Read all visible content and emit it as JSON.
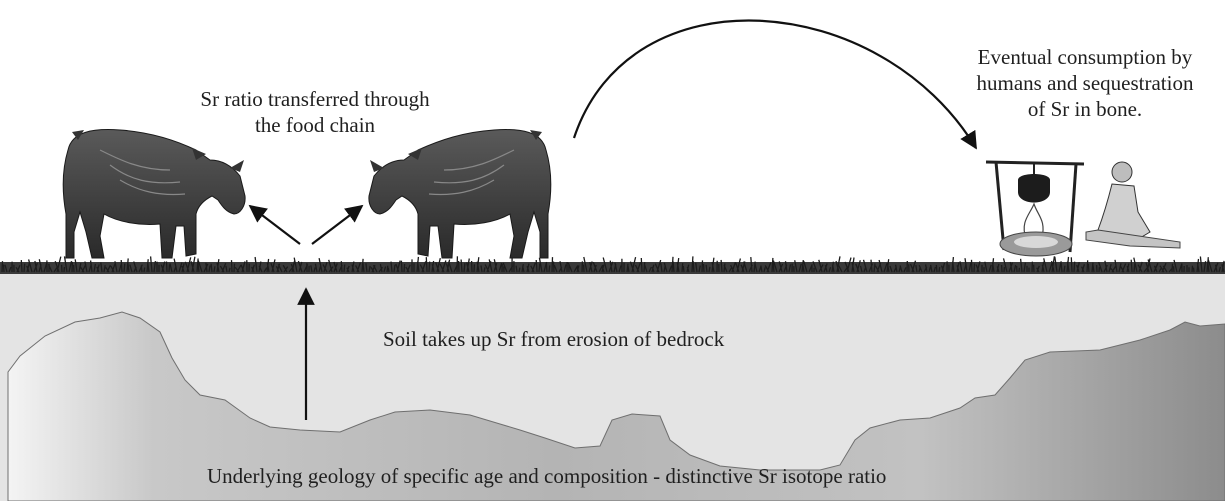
{
  "labels": {
    "food_chain": "Sr ratio transferred through\nthe food chain",
    "consumption": "Eventual consumption by\nhumans and sequestration\nof Sr in bone.",
    "soil": "Soil takes up Sr from erosion of bedrock",
    "geology": "Underlying geology of specific age and composition - distinctive Sr isotope ratio"
  },
  "icons": [
    "cow-left-icon",
    "cow-right-icon",
    "cooking-pot-icon",
    "campfire-icon",
    "human-figure-icon"
  ],
  "colors": {
    "soil": "#e4e4e4",
    "bedrock_light": "#f2f2f2",
    "bedrock_dark": "#8a8a8a",
    "grass": "#2a2a2a",
    "arrow": "#111111",
    "text": "#1f1f1f"
  }
}
